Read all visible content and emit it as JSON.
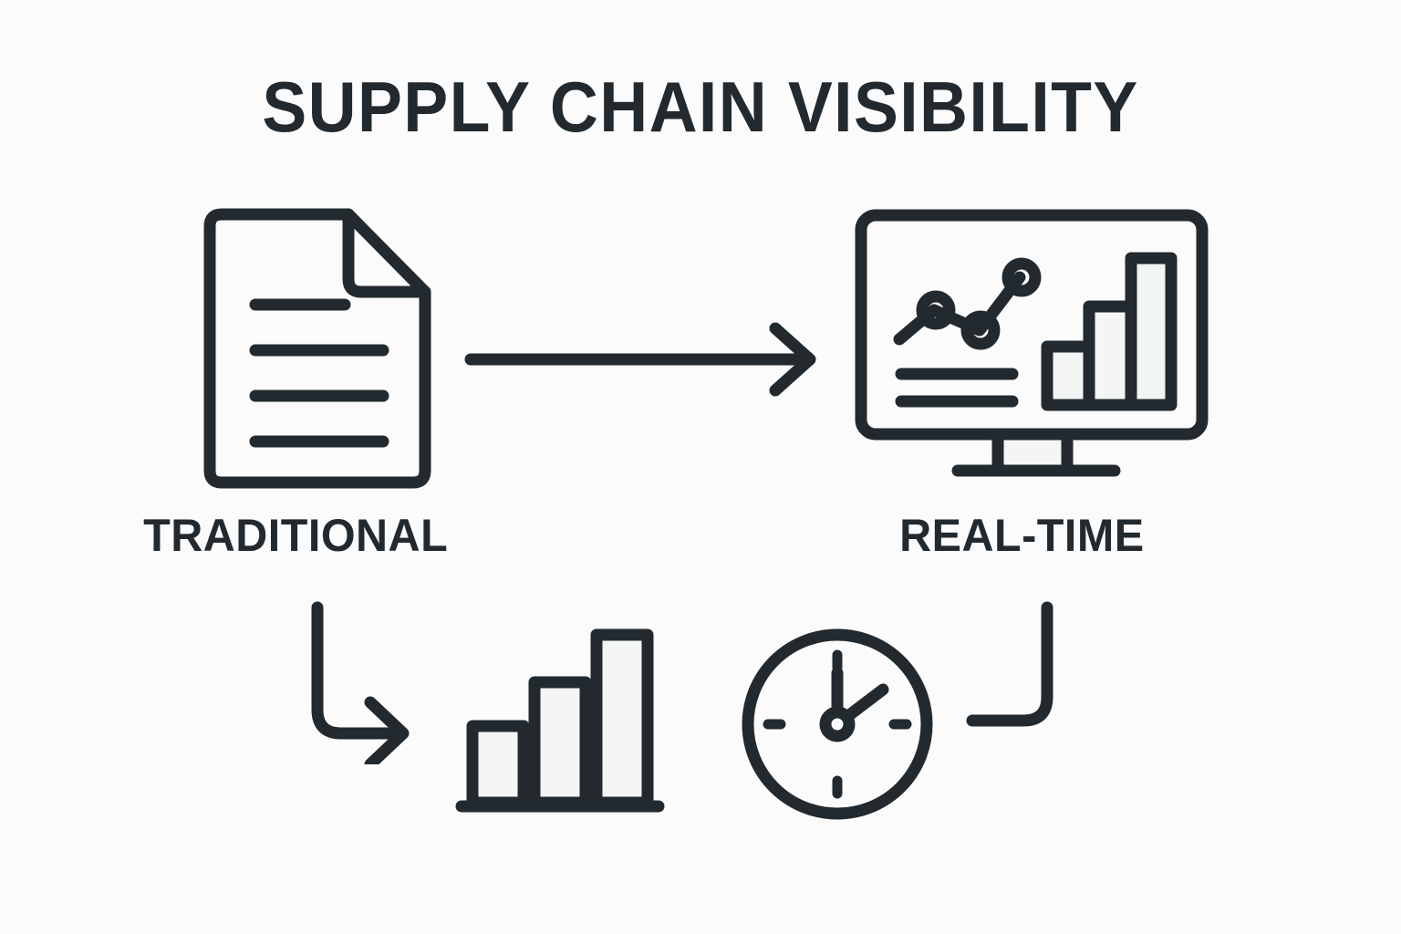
{
  "page": {
    "title": "SUPPLY CHAIN VISIBILITY",
    "background_color": "#fbfbfb",
    "ink_color": "#222a2f",
    "panel_fill_color": "#f4f5f5"
  },
  "stages": {
    "left": {
      "label": "TRADITIONAL",
      "icon": "document-icon"
    },
    "right": {
      "label": "REAL-TIME",
      "icon": "monitor-dashboard-icon"
    }
  },
  "connectors": {
    "main_arrow": {
      "name": "right-arrow-icon",
      "direction": "left-to-right"
    },
    "left_elbow": {
      "name": "elbow-arrow-down-right-icon",
      "direction": "down-then-right",
      "has_arrowhead": true
    },
    "right_elbow": {
      "name": "elbow-connector-down-left-icon",
      "direction": "down-then-left",
      "has_arrowhead": false
    }
  },
  "supporting_icons": {
    "bar_chart": {
      "name": "bar-chart-icon",
      "bars": 3
    },
    "clock": {
      "name": "clock-icon",
      "tick_positions": [
        "12",
        "3",
        "6",
        "9"
      ],
      "hour_hand": "12",
      "minute_hand": "2"
    }
  },
  "chart_data": [
    {
      "type": "line",
      "name": "monitor-line-chart",
      "title": "",
      "xlabel": "",
      "ylabel": "",
      "x": [
        0,
        1,
        2,
        3
      ],
      "values": [
        0,
        2,
        1,
        3
      ],
      "markers": 3,
      "grid": false,
      "legend": false
    },
    {
      "type": "bar",
      "name": "monitor-bar-chart",
      "title": "",
      "xlabel": "",
      "ylabel": "",
      "categories": [
        "1",
        "2",
        "3"
      ],
      "values": [
        1,
        2,
        3
      ],
      "ylim": [
        0,
        3
      ],
      "grid": false,
      "legend": false
    },
    {
      "type": "bar",
      "name": "standalone-bar-chart",
      "title": "",
      "xlabel": "",
      "ylabel": "",
      "categories": [
        "1",
        "2",
        "3"
      ],
      "values": [
        1,
        2,
        3
      ],
      "ylim": [
        0,
        3
      ],
      "grid": false,
      "legend": false
    }
  ]
}
